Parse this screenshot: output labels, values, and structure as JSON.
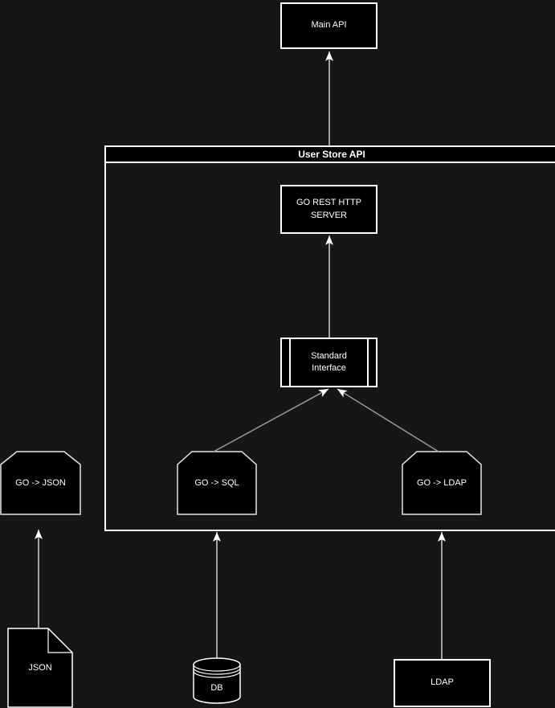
{
  "diagram_title": "User Store API",
  "nodes": {
    "main_api": {
      "label": "Main API"
    },
    "go_rest_http_server": {
      "label": "GO REST HTTP\nSERVER"
    },
    "standard_interface": {
      "label": "Standard\nInterface"
    },
    "go_json": {
      "label": "GO -> JSON"
    },
    "go_sql": {
      "label": "GO -> SQL"
    },
    "go_ldap": {
      "label": "GO -> LDAP"
    },
    "json_document": {
      "label": "JSON"
    },
    "db": {
      "label": "DB"
    },
    "ldap": {
      "label": "LDAP"
    }
  },
  "colors": {
    "background": "#161616",
    "node_fill": "#000000",
    "border": "#ffffff",
    "connector_gray": "#999999",
    "text": "#ffffff"
  }
}
